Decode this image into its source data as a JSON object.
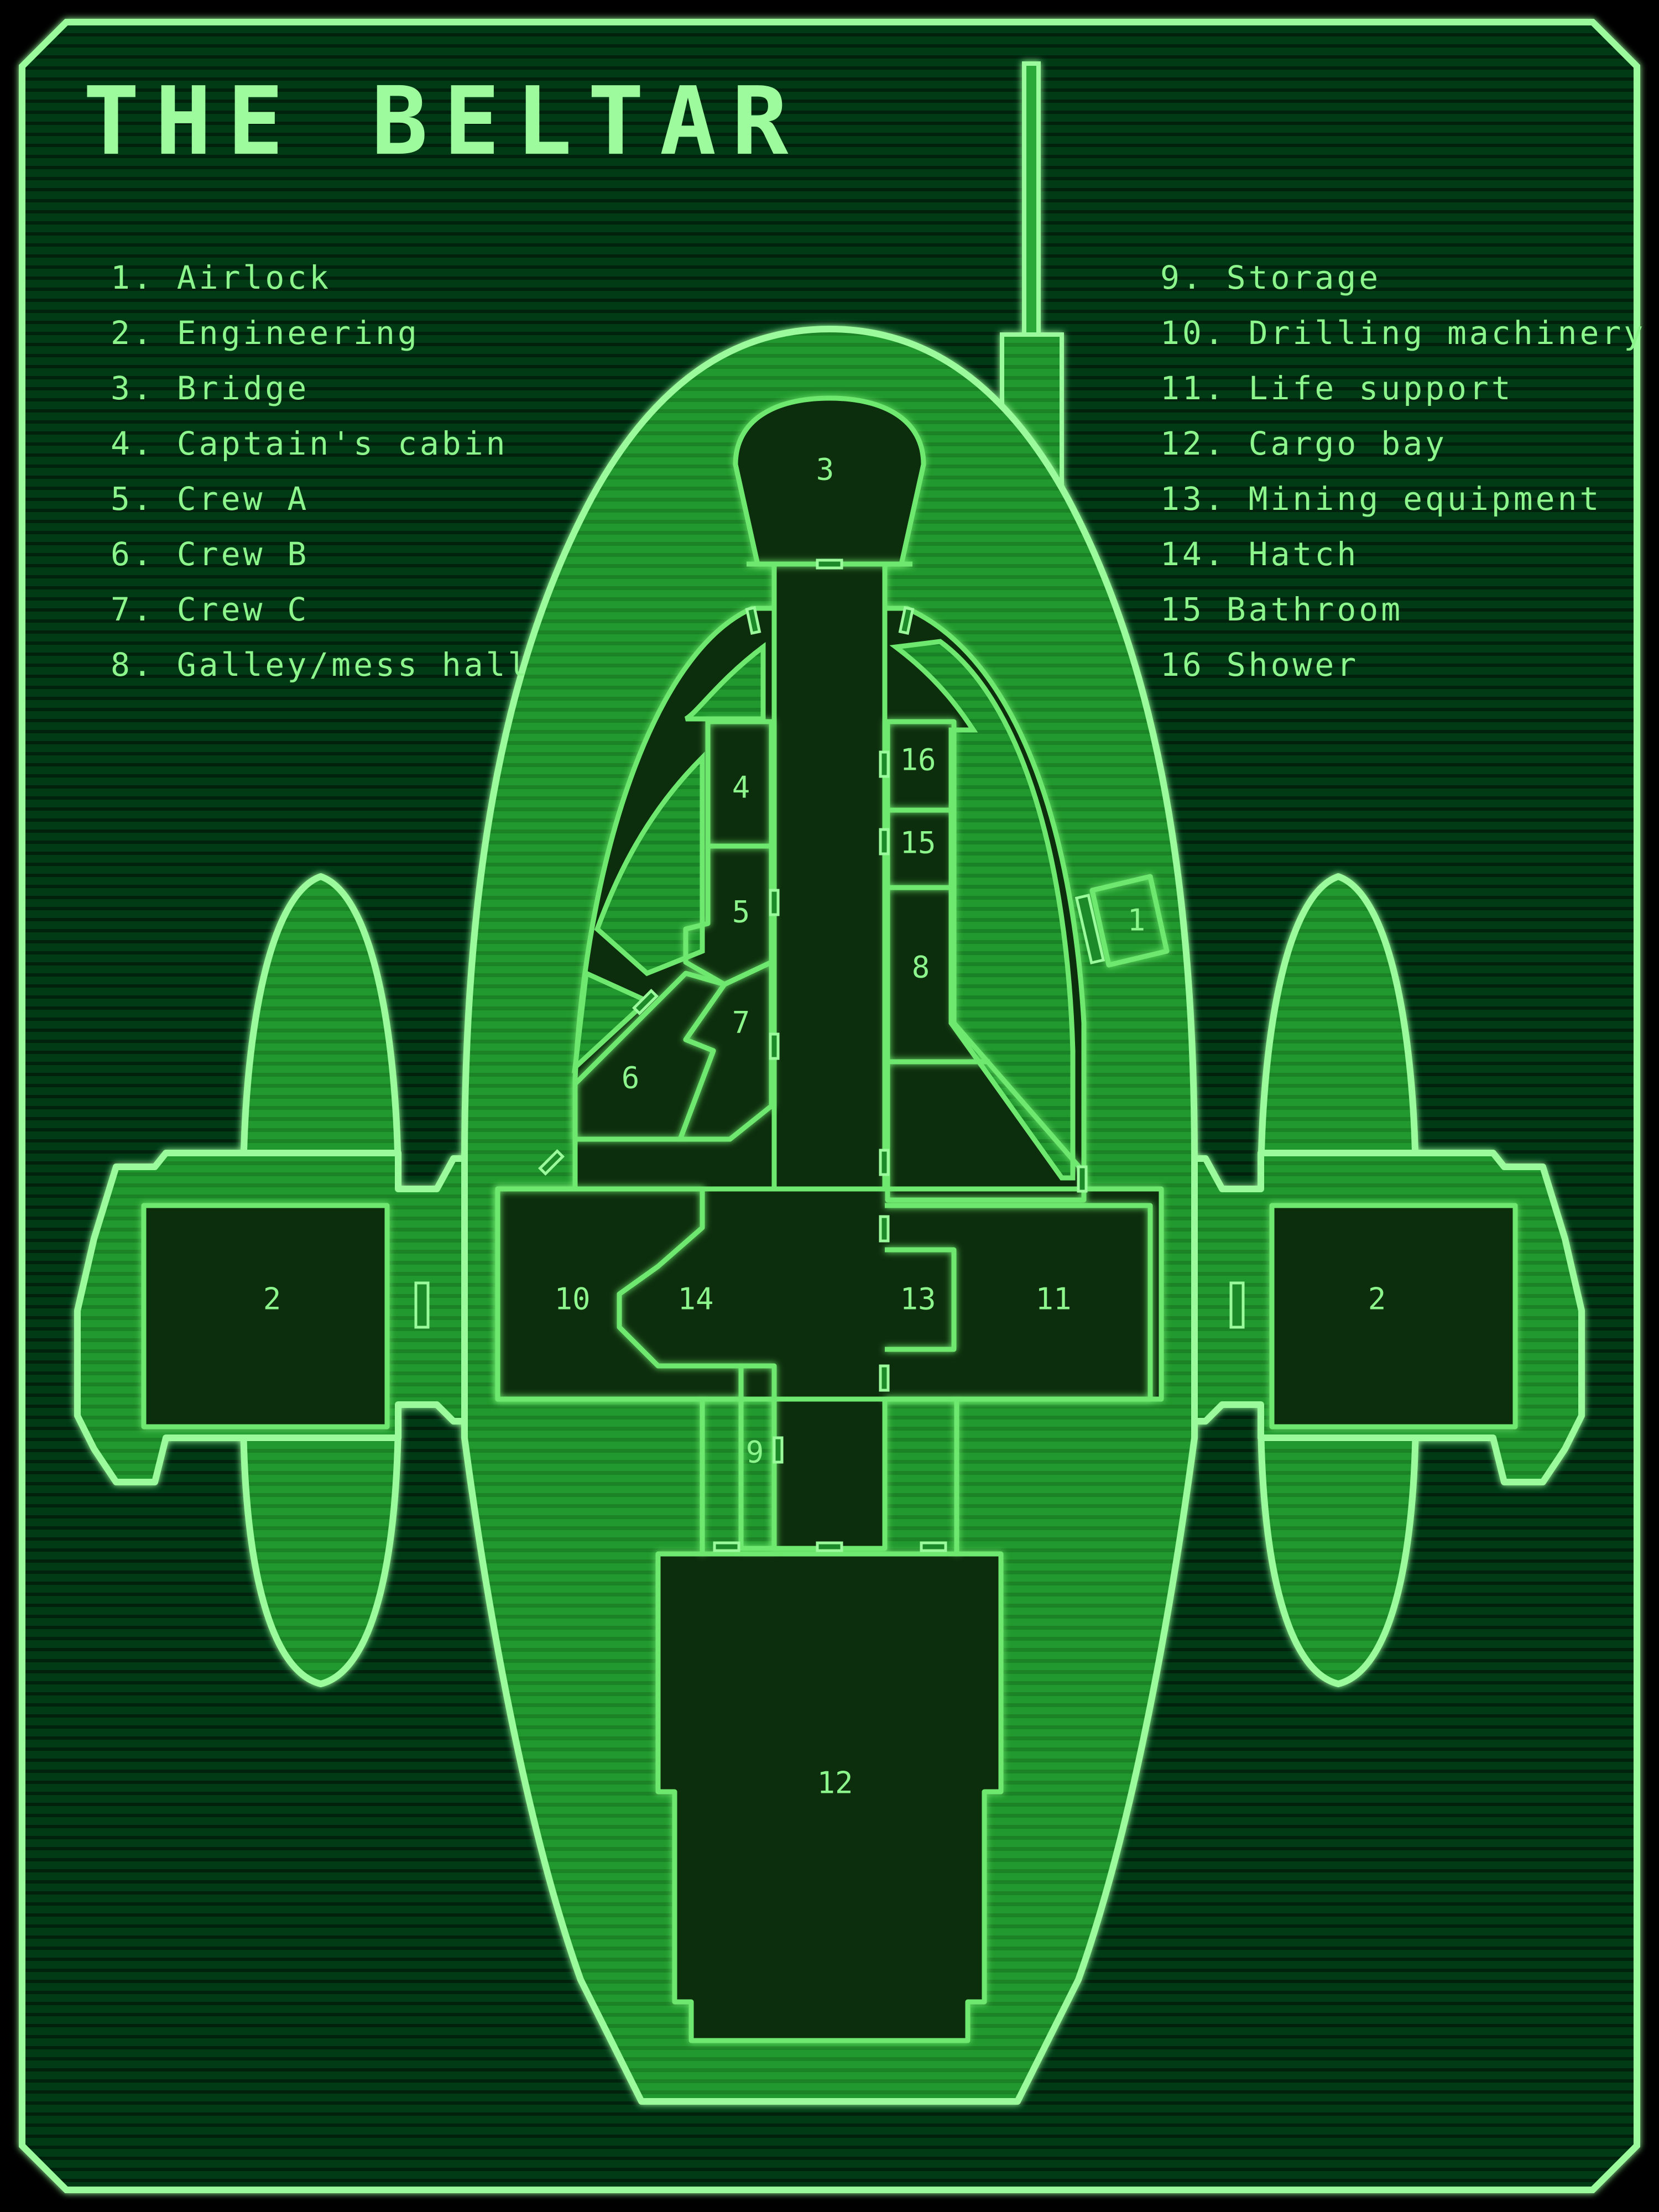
{
  "title": "The Beltar",
  "colors": {
    "background": "#02260c",
    "hull_fill": "#1c8a28",
    "glow": "#9bfa9b",
    "room_fill": "#0a2e0c",
    "text": "#8cf58c"
  },
  "legend": {
    "left": [
      "1. Airlock",
      "2. Engineering",
      "3. Bridge",
      "4. Captain's cabin",
      "5. Crew A",
      "6. Crew B",
      "7. Crew C",
      "8. Galley/mess hall"
    ],
    "right": [
      "9. Storage",
      "10. Drilling machinery",
      "11. Life support",
      "12. Cargo bay",
      "13. Mining equipment",
      "14. Hatch",
      "15 Bathroom",
      "16 Shower"
    ]
  },
  "rooms": {
    "r1": "1",
    "r2_left": "2",
    "r2_right": "2",
    "r3": "3",
    "r4": "4",
    "r5": "5",
    "r6": "6",
    "r7": "7",
    "r8": "8",
    "r9": "9",
    "r10": "10",
    "r11": "11",
    "r12": "12",
    "r13": "13",
    "r14": "14",
    "r15": "15",
    "r16": "16"
  }
}
